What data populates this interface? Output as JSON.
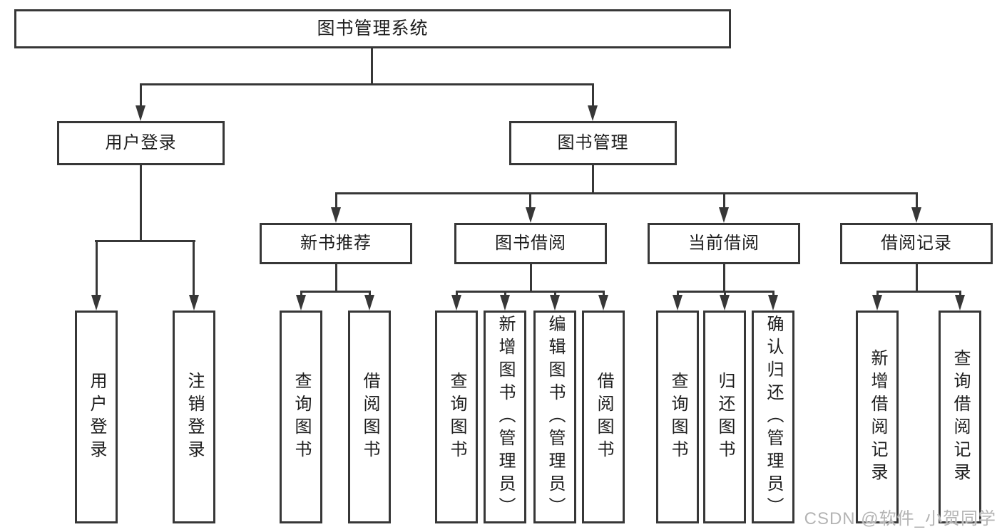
{
  "nodes": {
    "root": "图书管理系统",
    "level2": [
      "用户登录",
      "图书管理"
    ],
    "level3": [
      "新书推荐",
      "图书借阅",
      "当前借阅",
      "借阅记录"
    ],
    "leaves": [
      "用户登录",
      "注销登录",
      "查询图书",
      "借阅图书",
      "查询图书",
      "新增图书（管理员）",
      "编辑图书（管理员）",
      "借阅图书",
      "查询图书",
      "归还图书",
      "确认归还（管理员）",
      "新增借阅记录",
      "查询借阅记录"
    ]
  },
  "watermark": "CSDN @软件_小贺同学",
  "colors": {
    "line": "#373737",
    "box_border": "#373737",
    "box_fill": "#ffffff",
    "text": "#1d1d1d",
    "watermark": "#b4b4b4",
    "background": "#ffffff"
  }
}
